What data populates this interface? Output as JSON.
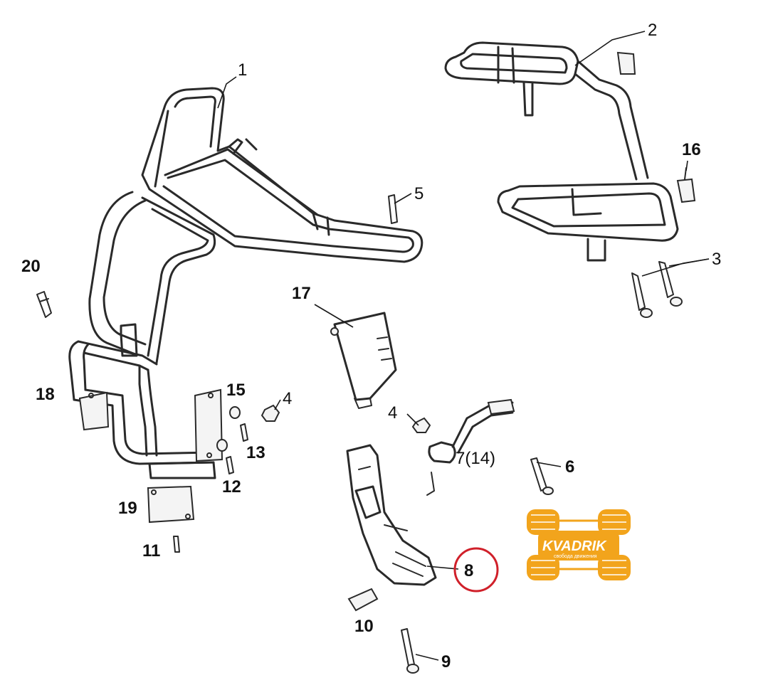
{
  "callouts": [
    {
      "id": "1",
      "label": "1"
    },
    {
      "id": "2",
      "label": "2"
    },
    {
      "id": "3",
      "label": "3"
    },
    {
      "id": "4a",
      "label": "4"
    },
    {
      "id": "4b",
      "label": "4"
    },
    {
      "id": "5",
      "label": "5"
    },
    {
      "id": "6",
      "label": "6"
    },
    {
      "id": "7",
      "label": "7(14)"
    },
    {
      "id": "8",
      "label": "8"
    },
    {
      "id": "9",
      "label": "9"
    },
    {
      "id": "10",
      "label": "10"
    },
    {
      "id": "11",
      "label": "11"
    },
    {
      "id": "12",
      "label": "12"
    },
    {
      "id": "13",
      "label": "13"
    },
    {
      "id": "15",
      "label": "15"
    },
    {
      "id": "16",
      "label": "16"
    },
    {
      "id": "17",
      "label": "17"
    },
    {
      "id": "18",
      "label": "18"
    },
    {
      "id": "19",
      "label": "19"
    },
    {
      "id": "20",
      "label": "20"
    }
  ],
  "highlighted_part": "8",
  "highlight_color": "#d0202a",
  "logo": {
    "brand": "KVADRIK",
    "tagline": "свобода движения",
    "color": "#f2a41c",
    "icon": "atv-tires-icon"
  }
}
